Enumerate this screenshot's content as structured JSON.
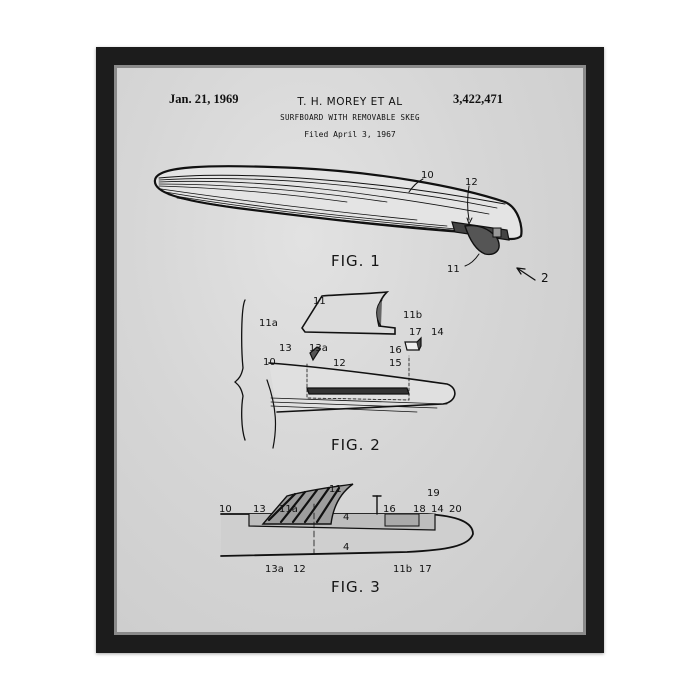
{
  "patent": {
    "date": "Jan. 21, 1969",
    "inventor": "T. H. MOREY  ET AL",
    "number": "3,422,471",
    "title": "SURFBOARD WITH REMOVABLE SKEG",
    "filed": "Filed April 3, 1967"
  },
  "figures": [
    {
      "label": "FIG. 1",
      "callouts": [
        "10",
        "12",
        "11",
        "2"
      ]
    },
    {
      "label": "FIG. 2",
      "callouts": [
        "11",
        "11a",
        "11b",
        "17",
        "14",
        "13",
        "13a",
        "16",
        "15",
        "10",
        "12"
      ]
    },
    {
      "label": "FIG. 3",
      "callouts": [
        "11",
        "19",
        "10",
        "13",
        "11a",
        "16",
        "18",
        "14",
        "20",
        "4",
        "4",
        "13a",
        "12",
        "11b",
        "17"
      ]
    }
  ],
  "colors": {
    "frame": "#1c1c1c",
    "paper": "#d8d8d8",
    "ink": "#111111"
  }
}
